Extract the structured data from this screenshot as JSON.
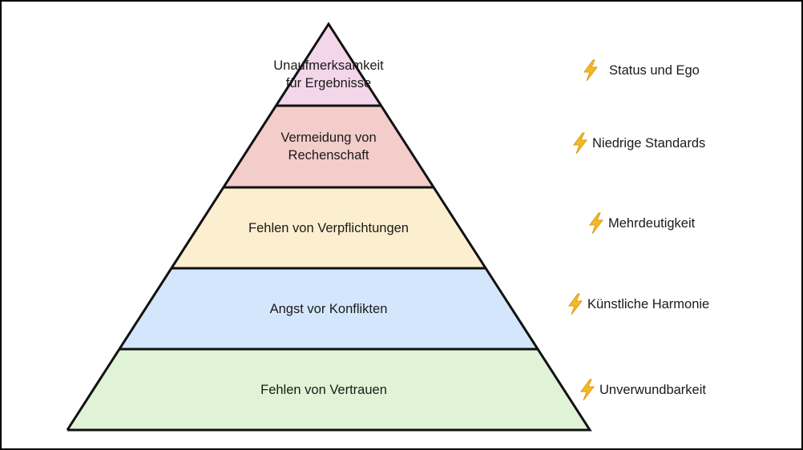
{
  "levels": [
    {
      "label": "Unaufmerksamkeit\nfür Ergebnisse",
      "line1": "Unaufmerksamkeit",
      "line2": "für Ergebnisse",
      "color": "#f3d6e9",
      "symptom": "Status und Ego"
    },
    {
      "label": "Vermeidung von Rechenschaft",
      "line1": "Vermeidung von",
      "line2": "Rechenschaft",
      "color": "#f3cdca",
      "symptom": "Niedrige Standards"
    },
    {
      "label": "Fehlen von Verpflichtungen",
      "line1": "Fehlen von Verpflichtungen",
      "color": "#fcefd0",
      "symptom": "Mehrdeutigkeit"
    },
    {
      "label": "Angst vor Konflikten",
      "line1": "Angst vor Konflikten",
      "color": "#d4e6fb",
      "symptom": "Künstliche Harmonie"
    },
    {
      "label": "Fehlen von Vertrauen",
      "line1": "Fehlen von Vertrauen",
      "color": "#e0f3d6",
      "symptom": "Unverwundbarkeit"
    }
  ],
  "icon": "lightning-bolt-icon",
  "icon_color": "#f5b928"
}
